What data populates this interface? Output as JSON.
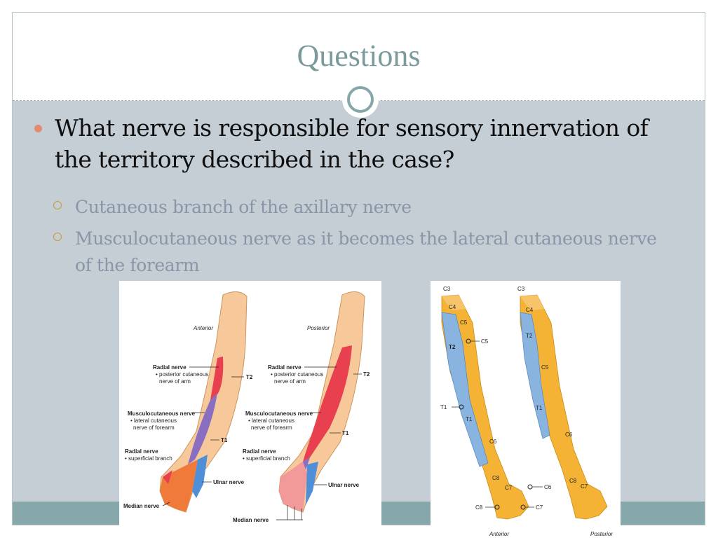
{
  "slide": {
    "title": "Questions",
    "bullet": "What nerve is responsible for sensory innervation of the territory described in the case?",
    "sub_bullets": [
      "Cutaneous branch of the axillary nerve",
      "Musculocutaneous nerve as it becomes the lateral cutaneous nerve of the forearm"
    ]
  },
  "figure_nerves": {
    "views": [
      "Anterior",
      "Posterior"
    ],
    "labels": {
      "radial_nerve_1": "Radial nerve",
      "radial_nerve_1_sub_a": "• posterior cutaneous",
      "radial_nerve_1_sub_b": "nerve of arm",
      "musculo": "Musculocutaneous nerve",
      "musculo_sub_a": "• lateral cutaneous",
      "musculo_sub_b": "nerve of forearm",
      "radial_nerve_2": "Radial nerve",
      "radial_nerve_2_sub": "• superficial branch",
      "ulnar": "Ulnar nerve",
      "median": "Median nerve",
      "t1": "T1",
      "t2": "T2"
    },
    "colors": {
      "radial": "#e8404f",
      "musculo": "#8a6fc1",
      "ulnar": "#4f8fd8",
      "median": "#f07a3a",
      "skin": "#f7c99a"
    }
  },
  "figure_dermatomes": {
    "views": [
      "Anterior",
      "Posterior"
    ],
    "labels": [
      "C3",
      "C4",
      "C5",
      "T2",
      "T1",
      "C6",
      "C8",
      "C7"
    ],
    "colors": {
      "orange": "#f5b335",
      "blue": "#89b4e0"
    }
  }
}
